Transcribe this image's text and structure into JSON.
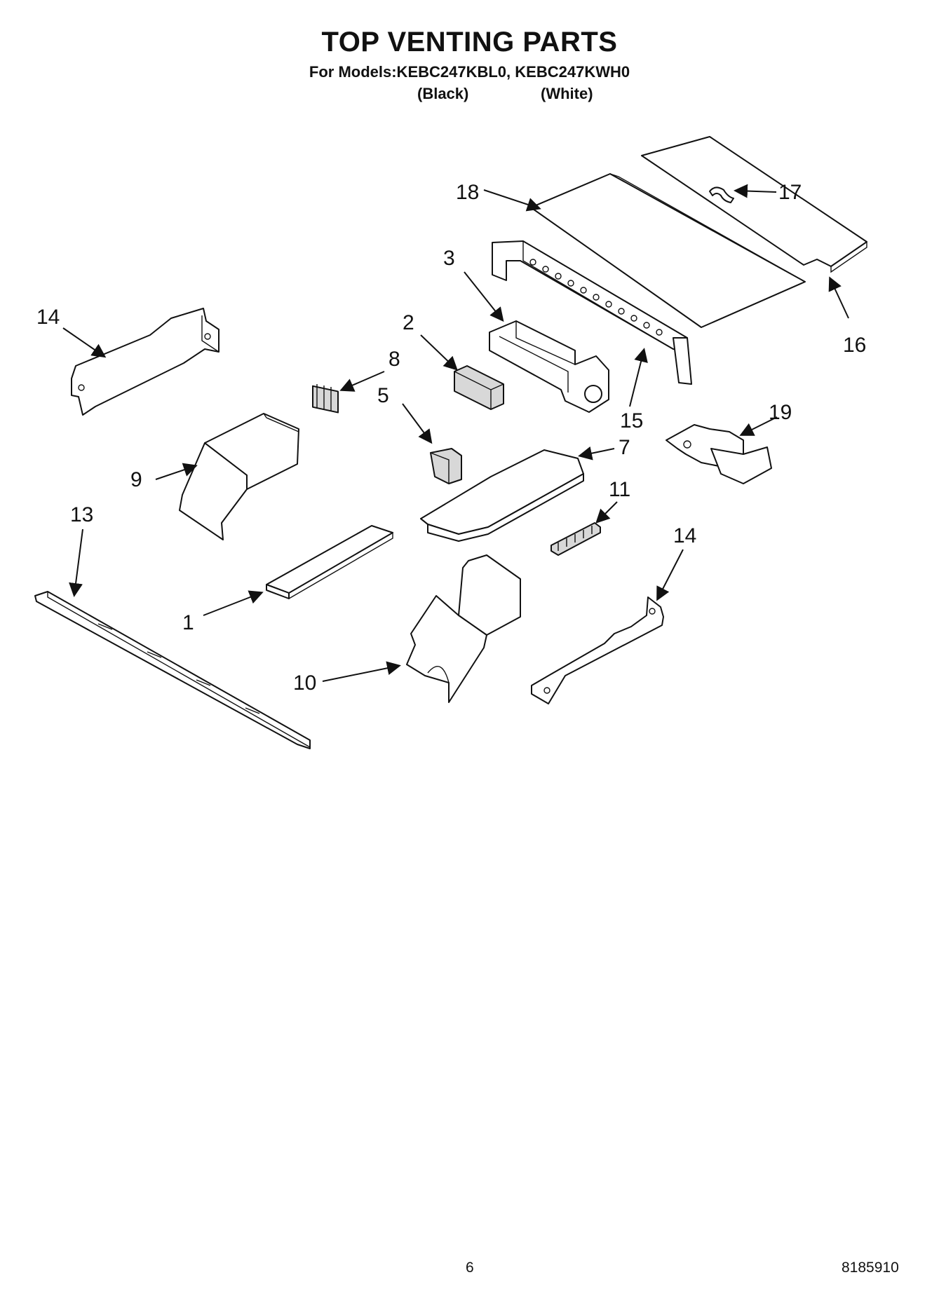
{
  "header": {
    "title": "TOP VENTING PARTS",
    "models_line": "For Models:KEBC247KBL0, KEBC247KWH0",
    "variant_black": "(Black)",
    "variant_white": "(White)"
  },
  "callouts": {
    "c1": "1",
    "c2": "2",
    "c3": "3",
    "c5": "5",
    "c7": "7",
    "c8": "8",
    "c9": "9",
    "c10": "10",
    "c11": "11",
    "c13": "13",
    "c14a": "14",
    "c14b": "14",
    "c15": "15",
    "c16": "16",
    "c17": "17",
    "c18": "18",
    "c19": "19"
  },
  "footer": {
    "page_number": "6",
    "doc_number": "8185910"
  }
}
